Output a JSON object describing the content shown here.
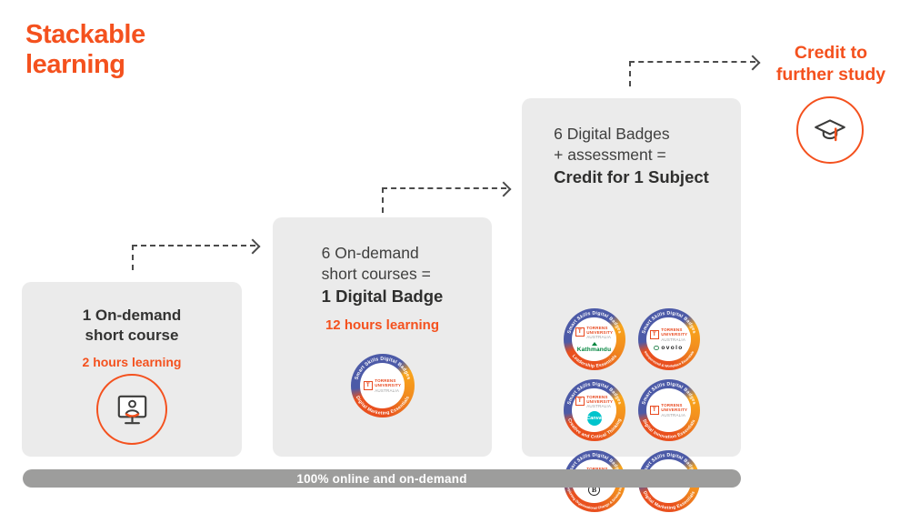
{
  "colors": {
    "accent": "#F4511E",
    "card_bg": "#EBEBEB",
    "footer_bg": "#9D9D9C",
    "text_dark": "#3C3C3B",
    "badge_blue": "#4C5AA7",
    "badge_red_orange": "#E9501E",
    "badge_yellow": "#F9A51B",
    "kathmandu_green": "#00843D",
    "canva_teal": "#00C4CC"
  },
  "title": {
    "line1": "Stackable",
    "line2": "learning"
  },
  "cards": [
    {
      "title_line1": "1 On-demand",
      "title_line2": "short course",
      "duration": "2 hours learning",
      "icon": "monitor-person-icon"
    },
    {
      "line1": "6 On-demand",
      "line2": "short courses =",
      "line3": "1 Digital Badge",
      "duration": "12 hours learning",
      "badges": [
        {
          "top": "Smart Skills Digital Badges",
          "label": "Digital Marketing Essentials",
          "partner": "none"
        }
      ]
    },
    {
      "line1": "6 Digital Badges",
      "line2": "+ assessment =",
      "line3": "Credit for 1 Subject",
      "badges": [
        {
          "top": "Smart Skills Digital Badges",
          "label": "Leadership Essentials",
          "partner": "kathmandu",
          "partner_label": "Kathmandu"
        },
        {
          "top": "Smart Skills Digital Badges",
          "label": "Interpersonal & Workplace Essentials",
          "partner": "ovolo",
          "partner_label": "ovolo"
        },
        {
          "top": "Smart Skills Digital Badges",
          "label": "Creative and Critical Thinking",
          "partner": "canva",
          "partner_label": "Canva"
        },
        {
          "top": "Smart Skills Digital Badges",
          "label": "Digital Innovation Essentials",
          "partner": "none"
        },
        {
          "top": "Smart Skills Digital Badges",
          "label": "Championing Organisational Change & Driving Impact",
          "partner": "bcorp",
          "partner_label": "B"
        },
        {
          "top": "Smart Skills Digital Badges",
          "label": "Digital Marketing Essentials",
          "partner": "none"
        }
      ]
    }
  ],
  "torrens_logo": {
    "initial": "T",
    "line1": "TORRENS",
    "line2": "UNIVERSITY",
    "line3": "AUSTRALIA"
  },
  "credit": {
    "line1": "Credit to",
    "line2": "further study",
    "icon": "graduation-cap-icon"
  },
  "footer": {
    "label": "100% online and on-demand"
  }
}
